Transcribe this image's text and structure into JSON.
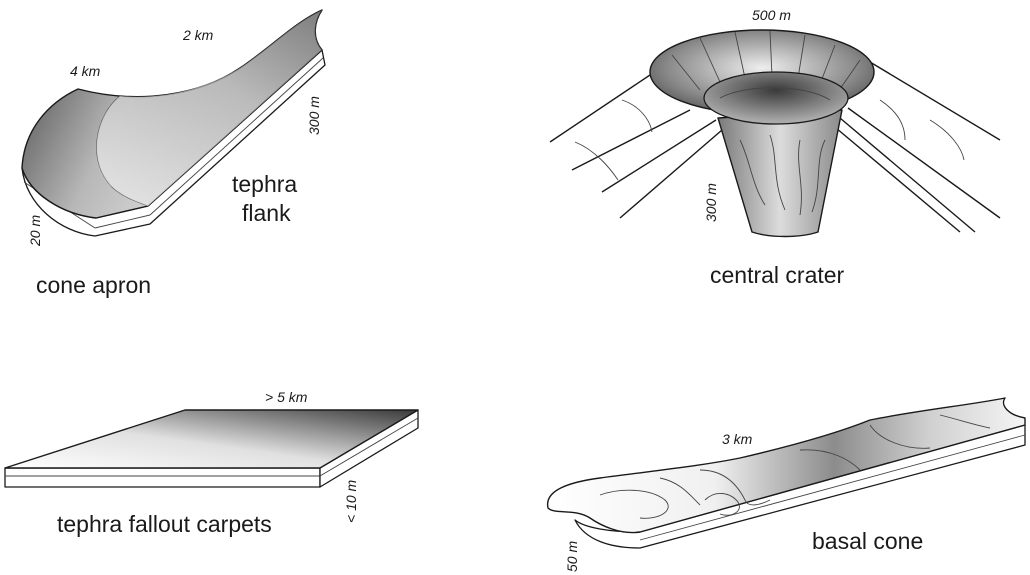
{
  "panels": {
    "cone_apron": {
      "label_main": "cone apron",
      "label_flank_line1": "tephra",
      "label_flank_line2": "flank",
      "dim_4km": "4 km",
      "dim_2km": "2 km",
      "dim_300m": "300 m",
      "dim_20m": "20 m"
    },
    "central_crater": {
      "label_main": "central crater",
      "dim_500m": "500 m",
      "dim_300m": "300 m"
    },
    "tephra_fallout": {
      "label_main": "tephra fallout carpets",
      "dim_5km": "> 5 km",
      "dim_10m": "< 10 m"
    },
    "basal_cone": {
      "label_main": "basal cone",
      "dim_3km": "3 km",
      "dim_50m": "50 m"
    }
  },
  "colors": {
    "shade_dark": "#3a3a3a",
    "shade_light": "#ffffff",
    "ink": "#1a1a1a"
  }
}
